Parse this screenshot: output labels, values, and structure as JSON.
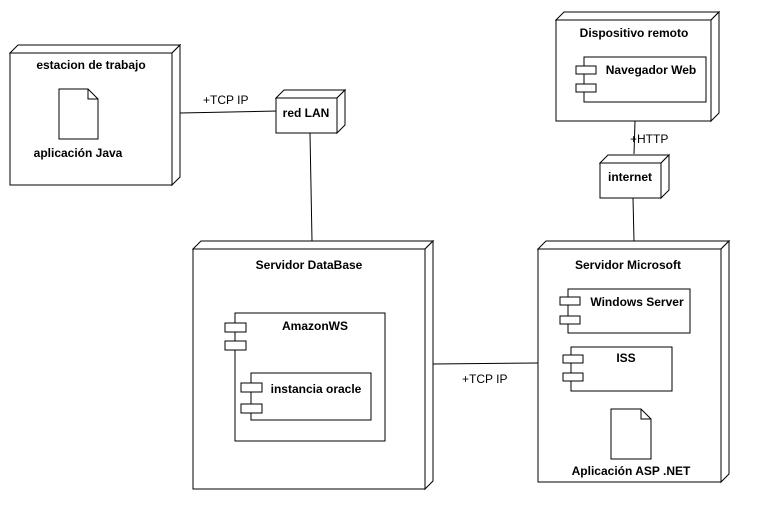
{
  "nodes": {
    "workstation": {
      "label": "estacion de trabajo",
      "artifact": "aplicación Java"
    },
    "lan": {
      "label": "red LAN"
    },
    "remote": {
      "label": "Dispositivo remoto",
      "component": "Navegador Web"
    },
    "internet": {
      "label": "internet"
    },
    "db_server": {
      "label": "Servidor DataBase",
      "component": "AmazonWS",
      "sub_component": "instancia oracle"
    },
    "ms_server": {
      "label": "Servidor Microsoft",
      "components": [
        "Windows Server",
        "ISS"
      ],
      "artifact": "Aplicación ASP .NET"
    }
  },
  "connections": {
    "ws_lan": "+TCP IP",
    "remote_internet": "+HTTP",
    "db_ms": "+TCP IP"
  }
}
